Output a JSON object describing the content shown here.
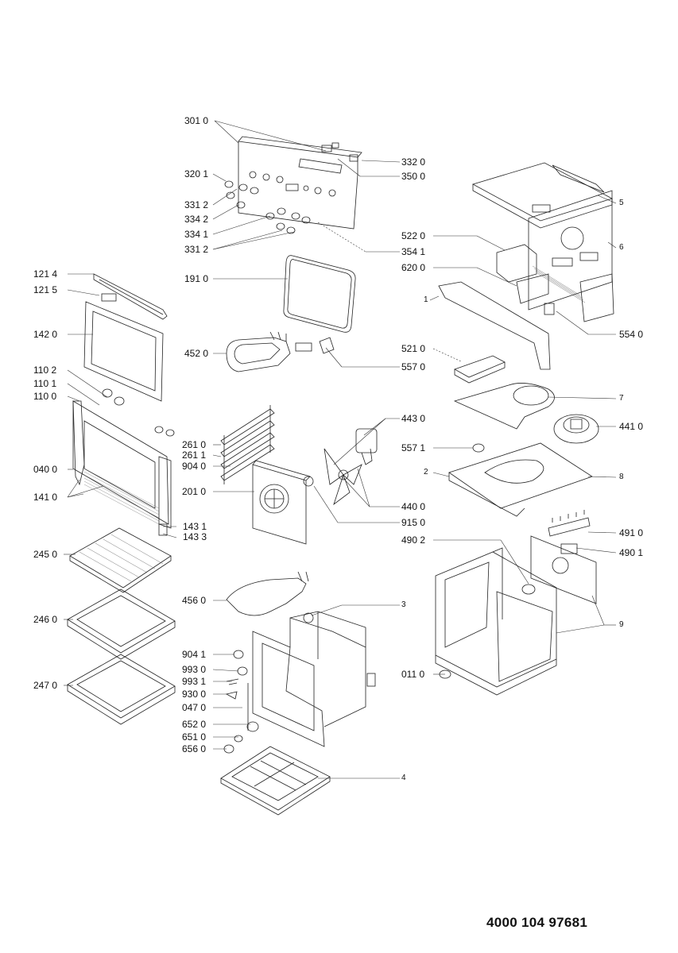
{
  "document_number": "4000 104 97681",
  "labels": {
    "p3010": "301 0",
    "p3201": "320 1",
    "p3312a": "331 2",
    "p3342": "334 2",
    "p3341": "334 1",
    "p3312b": "331 2",
    "p3320": "332 0",
    "p3500": "350 0",
    "p3541": "354 1",
    "p1214": "121 4",
    "p1215": "121 5",
    "p1420": "142 0",
    "p1102": "110 2",
    "p1101": "110 1",
    "p1100": "110 0",
    "p0400": "040 0",
    "p1410": "141 0",
    "p1431": "143 1",
    "p1433": "143 3",
    "p2450": "245 0",
    "p2460": "246 0",
    "p2470": "247 0",
    "p1910": "191 0",
    "p4520": "452 0",
    "p5570": "557 0",
    "p2610": "261 0",
    "p2611": "261 1",
    "p9040": "904 0",
    "p2010": "201 0",
    "p4430": "443 0",
    "p5571": "557 1",
    "p4400": "440 0",
    "p9150": "915 0",
    "p4560": "456 0",
    "p3": "3",
    "p9041": "904 1",
    "p9930": "993 0",
    "p9931": "993 1",
    "p9300": "930 0",
    "p0470": "047 0",
    "p6520": "652 0",
    "p6510": "651 0",
    "p6560": "656 0",
    "p4": "4",
    "p5": "5",
    "p6": "6",
    "p5220": "522 0",
    "p6200": "620 0",
    "p1": "1",
    "p5540": "554 0",
    "p5210": "521 0",
    "p7": "7",
    "p4410": "441 0",
    "p2": "2",
    "p8": "8",
    "p4910": "491 0",
    "p4902": "490 2",
    "p4901": "490 1",
    "p9": "9",
    "p0110": "011 0"
  }
}
